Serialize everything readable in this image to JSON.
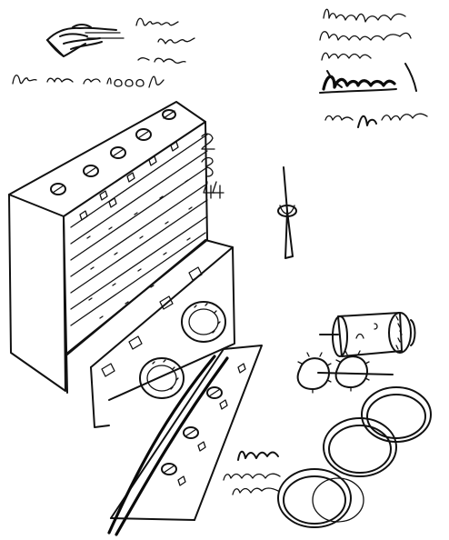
{
  "drawing": {
    "ink_color": "#111111",
    "paper_color": "#ffffff",
    "components": [
      "pointing-hand",
      "calculating-machine",
      "needle",
      "gear-cylinder-assembly",
      "stacked-discs"
    ],
    "handwritten_notes": [
      "note-top-center-lines",
      "note-left-number-line",
      "note-top-right-block",
      "note-right-middle",
      "note-lower-center",
      "margin-number-1",
      "margin-number-2",
      "margin-number-3",
      "margin-number-4"
    ]
  }
}
